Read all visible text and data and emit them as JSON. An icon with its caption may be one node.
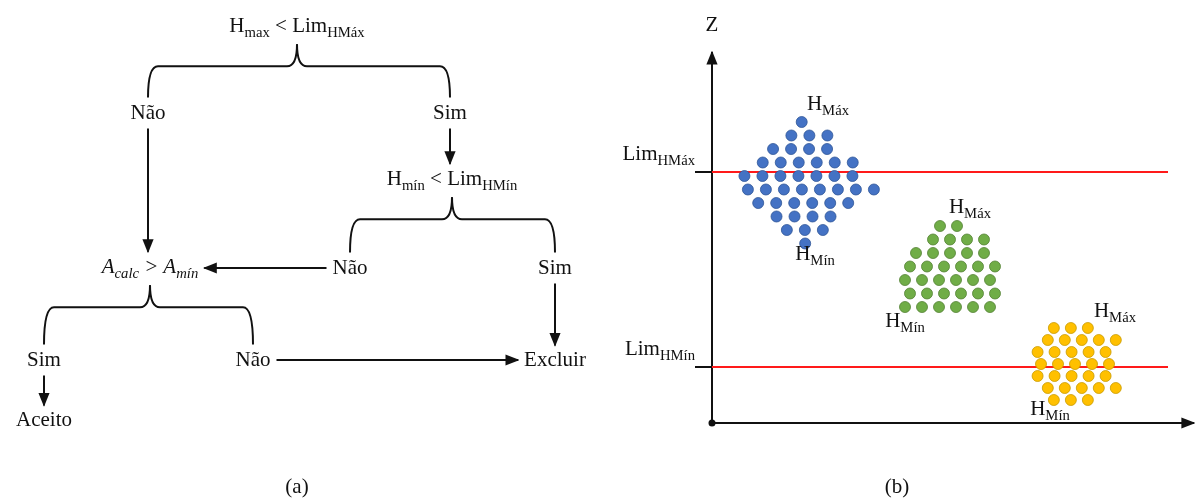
{
  "diagram": {
    "nodes": [
      {
        "text": [
          "H$_{max}$ < Lim$_{HMáx}$"
        ]
      },
      {
        "text": [
          "Não"
        ]
      },
      {
        "text": [
          "Sim"
        ]
      },
      {
        "text": [
          "H$_{mín}$ < Lim$_{HMín}$"
        ]
      },
      {
        "text": [
          "A$_{calc}$ > A$_{mín}$"
        ]
      },
      {
        "text": [
          "Não"
        ]
      },
      {
        "text": [
          "Sim"
        ]
      },
      {
        "text": [
          "Sim"
        ]
      },
      {
        "text": [
          "Não"
        ]
      },
      {
        "text": [
          "Excluir"
        ]
      },
      {
        "text": [
          "Aceito"
        ]
      }
    ],
    "edges": [
      {
        "from": 0,
        "to": 1,
        "arrow": "none"
      },
      {
        "from": 0,
        "to": 2,
        "arrow": "none"
      },
      {
        "from": 1,
        "to": 4,
        "arrow": "to"
      },
      {
        "from": 2,
        "to": 3,
        "arrow": "to"
      },
      {
        "from": 3,
        "to": 5,
        "arrow": "none"
      },
      {
        "from": 3,
        "to": 6,
        "arrow": "none"
      },
      {
        "from": 5,
        "to": 4,
        "arrow": "to"
      },
      {
        "from": 6,
        "to": 9,
        "arrow": "to"
      },
      {
        "from": 4,
        "to": 7,
        "arrow": "none"
      },
      {
        "from": 4,
        "to": 8,
        "arrow": "none"
      },
      {
        "from": 8,
        "to": 9,
        "arrow": "to"
      },
      {
        "from": 7,
        "to": 10,
        "arrow": "to"
      }
    ],
    "labels": [
      "Z",
      "H$_{Máx}$",
      "Lim$_{HMáx}$",
      "H$_{Máx}$",
      "H$_{Mín}$",
      "H$_{Mín}$",
      "H$_{Máx}$",
      "Lim$_{HMín}$",
      "H$_{Mín}$",
      "(a)",
      "(b)"
    ]
  }
}
